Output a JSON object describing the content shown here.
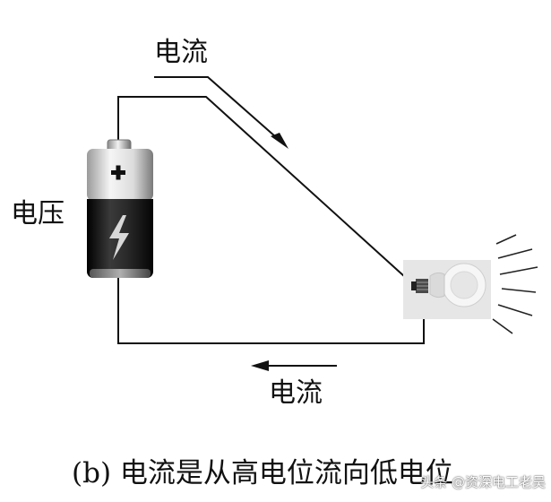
{
  "labels": {
    "current_top": "电流",
    "voltage": "电压",
    "current_bottom": "电流"
  },
  "caption": "(b) 电流是从高电位流向低电位",
  "watermark": "头条 @资深电工老吴",
  "colors": {
    "wire": "#111111",
    "battery_dark": "#1a1a1a",
    "battery_light": "#d9d9d9",
    "bulb_background": "#e6e6e6"
  },
  "icons": {
    "battery": "battery-icon",
    "plus_sign": "plus-icon",
    "lightning": "lightning-bolt-icon",
    "bulb": "light-bulb-icon"
  }
}
